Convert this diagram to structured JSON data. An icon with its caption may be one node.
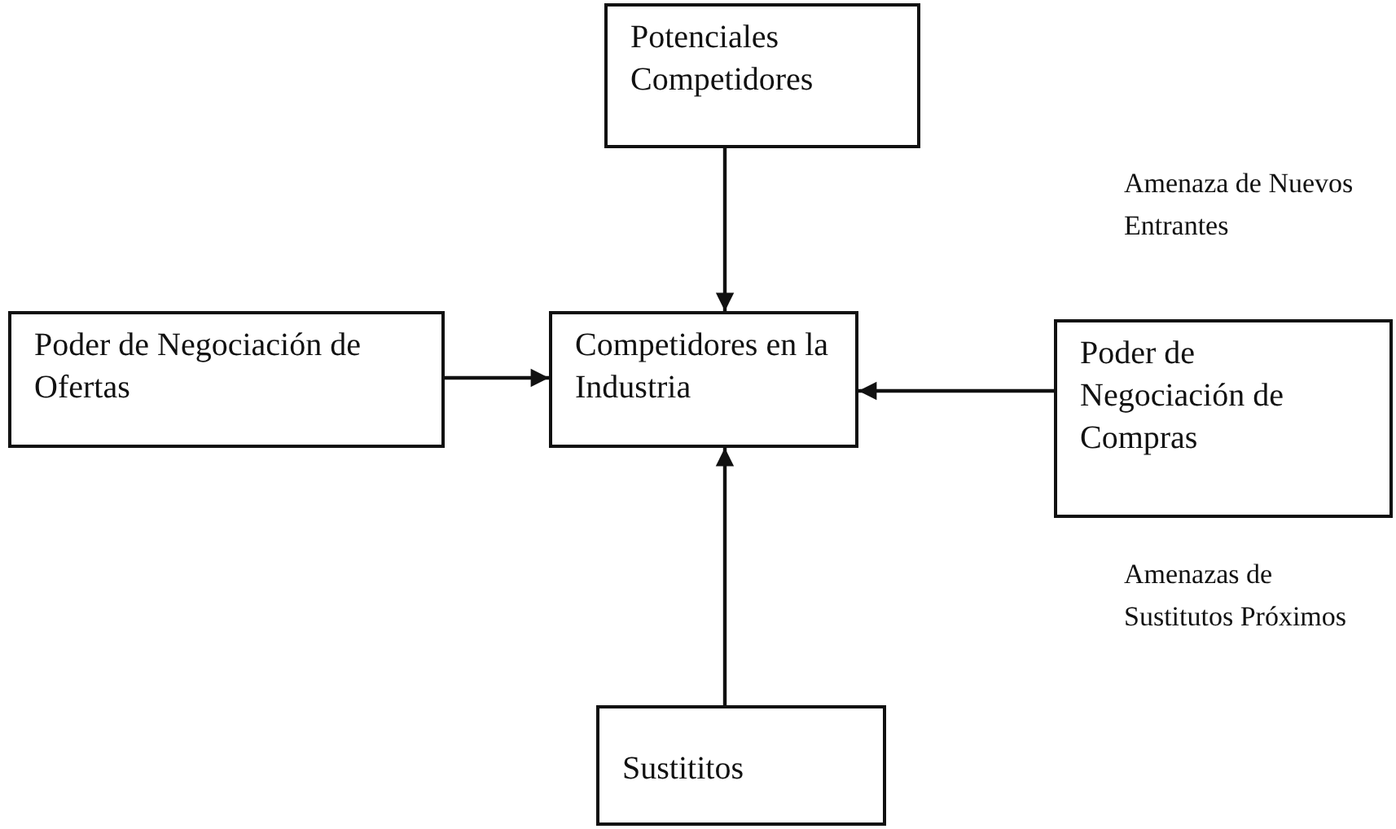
{
  "diagram": {
    "nodes": [
      {
        "text": [
          "Potenciales Competidores"
        ]
      },
      {
        "text": [
          "Poder de Negociación de Ofertas"
        ]
      },
      {
        "text": [
          "Competidores en la Industria"
        ]
      },
      {
        "text": [
          "Poder de Negociación de Compras"
        ]
      },
      {
        "text": [
          "Sustititos"
        ]
      }
    ],
    "edges": [
      {
        "from": 0,
        "to": 2,
        "arrow": "to"
      },
      {
        "from": 1,
        "to": 2,
        "arrow": "to"
      },
      {
        "from": 3,
        "to": 2,
        "arrow": "to"
      },
      {
        "from": 4,
        "to": 2,
        "arrow": "to"
      }
    ],
    "labels": [
      "Amenaza de Nuevos Entrantes",
      "Amenazas de Sustitutos Próximos"
    ]
  }
}
